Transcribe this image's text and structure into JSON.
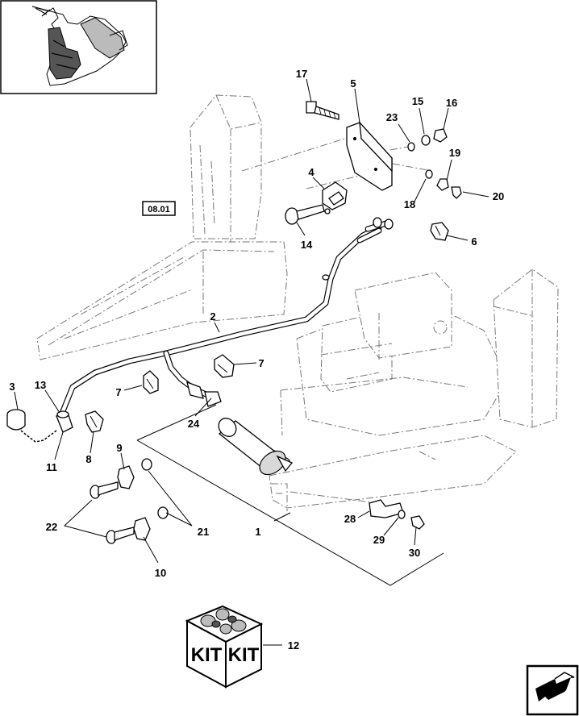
{
  "diagram": {
    "reference_label": "08.01",
    "kit_box_labels": [
      "KIT",
      "KIT"
    ],
    "callouts": [
      "1",
      "2",
      "3",
      "4",
      "5",
      "6",
      "7",
      "7",
      "8",
      "9",
      "10",
      "11",
      "12",
      "13",
      "14",
      "15",
      "16",
      "17",
      "18",
      "19",
      "20",
      "21",
      "22",
      "23",
      "24",
      "28",
      "29",
      "30"
    ]
  },
  "colors": {
    "line": "#000000",
    "ghost_line": "#777777",
    "part_shade": "#d8d8d8",
    "background": "#ffffff"
  },
  "icons": {
    "next_page": "arrow-next-page-icon",
    "thumbnail": "machine-overview-thumbnail"
  }
}
